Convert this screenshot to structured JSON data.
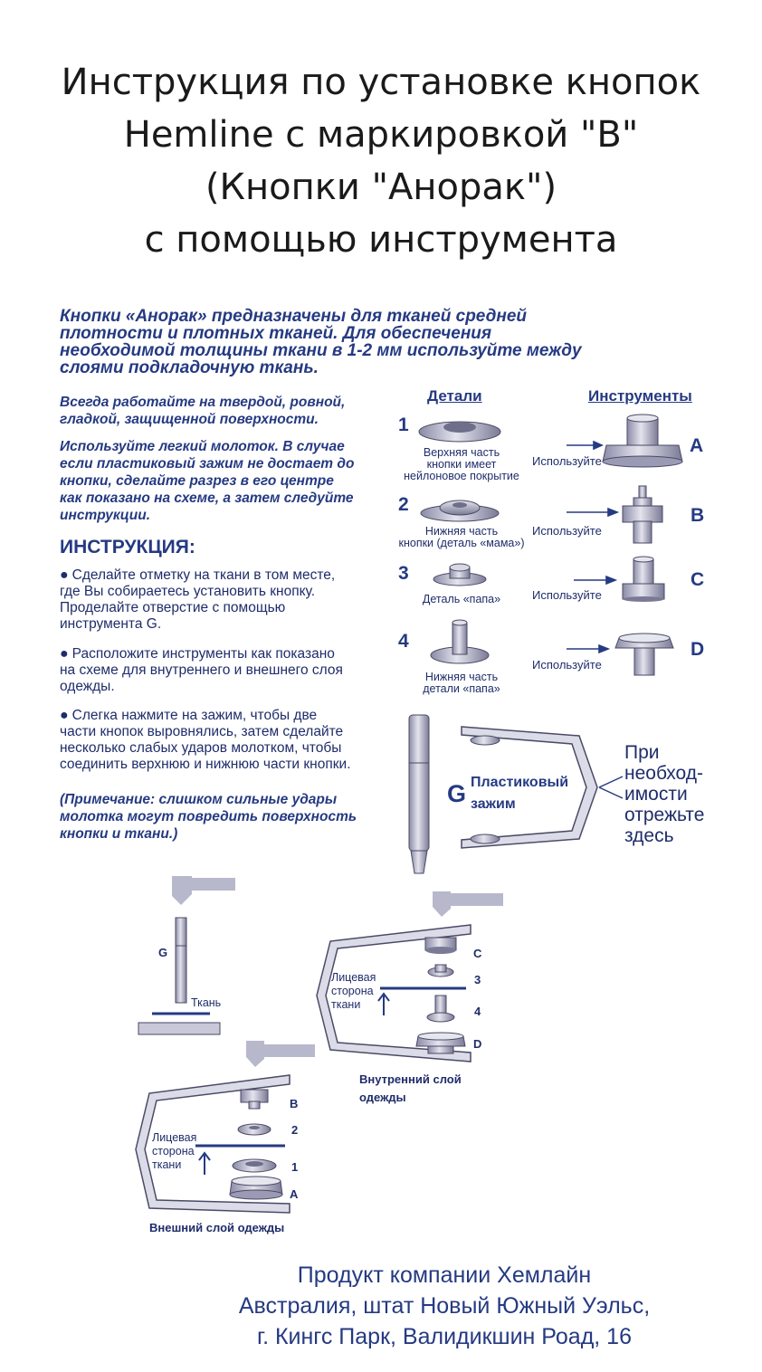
{
  "title": {
    "line1": "Инструкция по установке кнопок",
    "line2": "Hemline с маркировкой \"B\"",
    "line3": "(Кнопки \"Анорак\")",
    "line4": "с помощью инструмента"
  },
  "intro": {
    "line1": "Кнопки «Анорак» предназначены для тканей средней",
    "line2": "плотности и плотных тканей. Для обеспечения",
    "line3": "необходимой толщины ткани в 1-2 мм используйте между",
    "line4": "слоями подкладочную ткань."
  },
  "notes": {
    "n1_l1": "Всегда работайте на твердой, ровной,",
    "n1_l2": "гладкой, защищенной поверхности.",
    "n2_l1": "Используйте легкий молоток. В случае",
    "n2_l2": "если пластиковый зажим не достает до",
    "n2_l3": "кнопки, сделайте разрез в его центре",
    "n2_l4": "как показано на схеме, а затем следуйте",
    "n2_l5": "инструкции."
  },
  "instructions": {
    "heading": "ИНСТРУКЦИЯ:",
    "s1_l1": "Сделайте отметку на ткани в том месте,",
    "s1_l2": "где Вы собираетесь установить кнопку.",
    "s1_l3": "Проделайте отверстие с помощью",
    "s1_l4": "инструмента G.",
    "s2_l1": "Расположите инструменты как показано",
    "s2_l2": "на схеме для внутреннего и внешнего слоя",
    "s2_l3": "одежды.",
    "s3_l1": "Слегка нажмите на зажим, чтобы две",
    "s3_l2": "части кнопок выровнялись, затем сделайте",
    "s3_l3": "несколько слабых ударов молотком, чтобы",
    "s3_l4": "соединить верхнюю и нижнюю части кнопки.",
    "note_l1": "(Примечание: слишком сильные удары",
    "note_l2": "молотка могут повредить поверхность",
    "note_l3": "кнопки и ткани.)",
    "bullet": "●"
  },
  "parts": {
    "heading_details": "Детали",
    "heading_tools": "Инструменты",
    "use_label": "Используйте",
    "items": [
      {
        "num": "1",
        "cap1": "Верхняя часть",
        "cap2": "кнопки имеет",
        "cap3": "нейлоновое покрытие",
        "tool": "A"
      },
      {
        "num": "2",
        "cap1": "Нижняя часть",
        "cap2": "кнопки (деталь «мама»)",
        "cap3": "",
        "tool": "B"
      },
      {
        "num": "3",
        "cap1": "Деталь «папа»",
        "cap2": "",
        "cap3": "",
        "tool": "C"
      },
      {
        "num": "4",
        "cap1": "Нижняя часть",
        "cap2": "детали «папа»",
        "cap3": "",
        "tool": "D"
      }
    ]
  },
  "clamp": {
    "letter": "G",
    "label1": "Пластиковый",
    "label2": "зажим",
    "cut1": "При",
    "cut2": "необход-",
    "cut3": "имости",
    "cut4": "отрежьте",
    "cut5": "здесь"
  },
  "diagrams": {
    "g_label": "G",
    "fabric_label": "Ткань",
    "face1": "Лицевая",
    "face2": "сторона",
    "face3": "ткани",
    "inner_c": "C",
    "inner_3": "3",
    "inner_4": "4",
    "inner_d": "D",
    "inner_caption1": "Внутренний слой",
    "inner_caption2": "одежды",
    "outer_b": "B",
    "outer_2": "2",
    "outer_1": "1",
    "outer_a": "A",
    "outer_caption": "Внешний слой одежды"
  },
  "footer": {
    "line1": "Продукт компании Хемлайн",
    "line2": "Австралия, штат Новый Южный Уэльс,",
    "line3": "г. Кингс Парк, Валидикшин Роад, 16"
  },
  "colors": {
    "navy": "#253a82",
    "part_fill": "#b8b8cc",
    "part_dark": "#6f6f8c",
    "clamp_fill": "#dcdce8"
  }
}
